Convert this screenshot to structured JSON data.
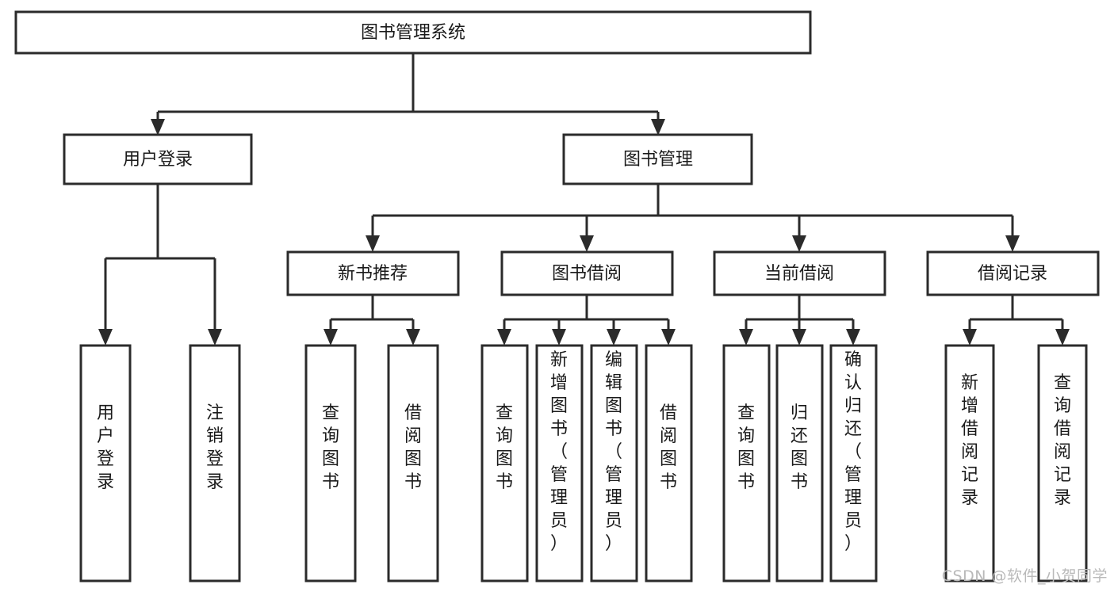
{
  "diagram": {
    "type": "hierarchy-tree",
    "title": "图书管理系统",
    "background_color": "#ffffff",
    "stroke_color": "#2b2b2b",
    "text_color": "#1a1a1a",
    "root": {
      "id": "root",
      "label": "图书管理系统",
      "orientation": "horizontal"
    },
    "level2": [
      {
        "id": "user-login",
        "label": "用户登录",
        "orientation": "horizontal"
      },
      {
        "id": "book-manage",
        "label": "图书管理",
        "orientation": "horizontal"
      }
    ],
    "level3": [
      {
        "id": "new-book-rec",
        "label": "新书推荐",
        "orientation": "horizontal",
        "parent": "book-manage"
      },
      {
        "id": "book-borrow",
        "label": "图书借阅",
        "orientation": "horizontal",
        "parent": "book-manage"
      },
      {
        "id": "current-borrow",
        "label": "当前借阅",
        "orientation": "horizontal",
        "parent": "book-manage"
      },
      {
        "id": "borrow-record",
        "label": "借阅记录",
        "orientation": "horizontal",
        "parent": "book-manage"
      }
    ],
    "leaves": [
      {
        "id": "leaf-user-login",
        "label": "用户登录",
        "parent": "user-login",
        "orientation": "vertical"
      },
      {
        "id": "leaf-user-logout",
        "label": "注销登录",
        "parent": "user-login",
        "orientation": "vertical"
      },
      {
        "id": "leaf-query-book-1",
        "label": "查询图书",
        "parent": "new-book-rec",
        "orientation": "vertical"
      },
      {
        "id": "leaf-borrow-book-1",
        "label": "借阅图书",
        "parent": "new-book-rec",
        "orientation": "vertical"
      },
      {
        "id": "leaf-query-book-2",
        "label": "查询图书",
        "parent": "book-borrow",
        "orientation": "vertical"
      },
      {
        "id": "leaf-add-book",
        "label": "新增图书（管理员）",
        "parent": "book-borrow",
        "orientation": "vertical"
      },
      {
        "id": "leaf-edit-book",
        "label": "编辑图书（管理员）",
        "parent": "book-borrow",
        "orientation": "vertical"
      },
      {
        "id": "leaf-borrow-book-2",
        "label": "借阅图书",
        "parent": "book-borrow",
        "orientation": "vertical"
      },
      {
        "id": "leaf-query-book-3",
        "label": "查询图书",
        "parent": "current-borrow",
        "orientation": "vertical"
      },
      {
        "id": "leaf-return-book",
        "label": "归还图书",
        "parent": "current-borrow",
        "orientation": "vertical"
      },
      {
        "id": "leaf-confirm-return",
        "label": "确认归还（管理员）",
        "parent": "current-borrow",
        "orientation": "vertical"
      },
      {
        "id": "leaf-add-record",
        "label": "新增借阅记录",
        "parent": "borrow-record",
        "orientation": "vertical"
      },
      {
        "id": "leaf-query-record",
        "label": "查询借阅记录",
        "parent": "borrow-record",
        "orientation": "vertical"
      }
    ]
  },
  "watermark": {
    "text": "CSDN @软件_小贺同学"
  }
}
